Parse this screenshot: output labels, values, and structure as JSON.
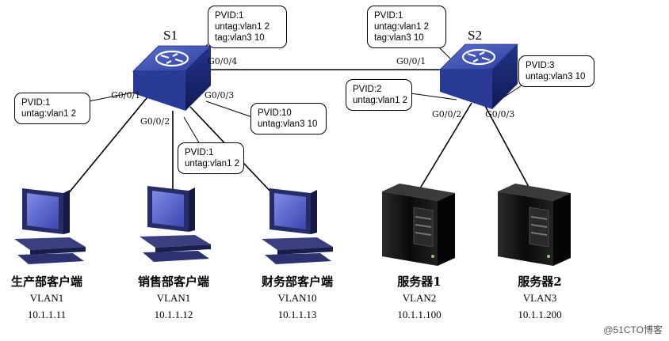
{
  "switches": [
    {
      "id": "S1",
      "label": "S1"
    },
    {
      "id": "S2",
      "label": "S2"
    }
  ],
  "ports": {
    "s1_g004": "G0/0/4",
    "s1_g001": "G0/0/1",
    "s1_g002": "G0/0/2",
    "s1_g003": "G0/0/3",
    "s2_g001": "G0/0/1",
    "s2_g002": "G0/0/2",
    "s2_g003": "G0/0/3"
  },
  "callouts": {
    "s1_g004": [
      "PVID:1",
      "untag:vlan1 2",
      "tag:vlan3 10"
    ],
    "s2_g001": [
      "PVID:1",
      "untag:vlan1 2",
      "tag:vlan3 10"
    ],
    "s1_g001": [
      "PVID:1",
      "untag:vlan1 2"
    ],
    "s1_g002": [
      "PVID:1",
      "untag:vlan1 2"
    ],
    "s1_g003": [
      "PVID:10",
      "untag:vlan3 10"
    ],
    "s2_g002": [
      "PVID:2",
      "untag:vlan1 2"
    ],
    "s2_g003": [
      "PVID:3",
      "untag:vlan3 10"
    ]
  },
  "hosts": [
    {
      "name": "生产部客户端",
      "vlan": "VLAN1",
      "ip": "10.1.1.11"
    },
    {
      "name": "销售部客户端",
      "vlan": "VLAN1",
      "ip": "10.1.1.12"
    },
    {
      "name": "财务部客户端",
      "vlan": "VLAN10",
      "ip": "10.1.1.13"
    },
    {
      "name": "服务器1",
      "vlan": "VLAN2",
      "ip": "10.1.1.100"
    },
    {
      "name": "服务器2",
      "vlan": "VLAN3",
      "ip": "10.1.1.200"
    }
  ],
  "watermark": "@51CTO博客",
  "colors": {
    "switch_top": "#3b4fb0",
    "switch_side": "#1c2a78",
    "screen": "#5e6bd6",
    "server": "#151515"
  }
}
